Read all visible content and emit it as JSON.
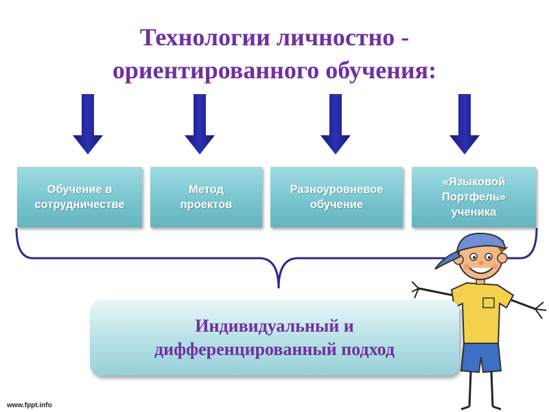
{
  "slide": {
    "title": "Технологии личностно -\nориентированного обучения:",
    "methods": [
      {
        "label": "Обучение в\nсотрудничестве"
      },
      {
        "label": "Метод\nпроектов"
      },
      {
        "label": "Разноуровневое\nобучение"
      },
      {
        "label": "«Языковой\nПортфель»\nученика"
      }
    ],
    "approach": "Индивидуальный и\nдифференцированный подход",
    "footer": "www.fppt.info"
  },
  "colors": {
    "title": "#7030a0",
    "arrow": "#1f2390",
    "box_top": "#9fdce3",
    "box_bottom": "#64b4bf",
    "brace": "#2c2a8c"
  },
  "icons": {
    "down_arrow": "down-arrow-icon",
    "boy_illustration": "boy-icon"
  }
}
